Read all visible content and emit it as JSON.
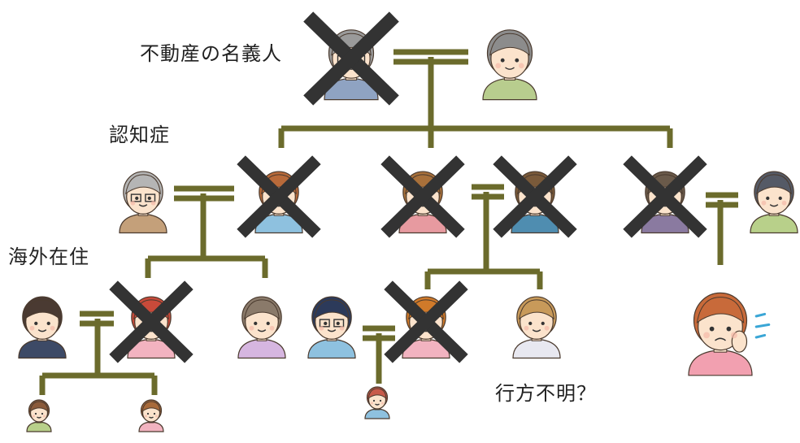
{
  "labels": {
    "owner": "不動産の名義人",
    "dementia": "認知症",
    "overseas": "海外在住",
    "missing": "行方不明？"
  },
  "colors": {
    "line": "#6b6b2c",
    "cross": "#333333",
    "skin": "#fbe3cc",
    "outline": "#4a3a2e"
  },
  "members": [
    {
      "id": "grandfather",
      "hair": "#9a9a9a",
      "shirt": "#8fa3c2",
      "glasses": true,
      "deceased": true
    },
    {
      "id": "grandmother",
      "hair": "#8c8c8c",
      "shirt": "#b8cd8e",
      "deceased": false
    },
    {
      "id": "child1-spouse",
      "hair": "#b5b5b5",
      "shirt": "#c4a07a",
      "glasses": true,
      "deceased": false
    },
    {
      "id": "child1",
      "hair": "#b86a3a",
      "shirt": "#8ec1df",
      "deceased": true
    },
    {
      "id": "child2",
      "hair": "#a8703a",
      "shirt": "#e79aa0",
      "deceased": true
    },
    {
      "id": "child2-spouse",
      "hair": "#7a5a3a",
      "shirt": "#4f8db0",
      "deceased": true
    },
    {
      "id": "child3",
      "hair": "#6a5a4a",
      "shirt": "#8a7aa0",
      "deceased": true
    },
    {
      "id": "child3-spouse",
      "hair": "#555a66",
      "shirt": "#b8d08a",
      "deceased": false
    },
    {
      "id": "grandchild1-spouse",
      "hair": "#4a3a32",
      "shirt": "#3d4a66",
      "deceased": false
    },
    {
      "id": "grandchild1",
      "hair": "#c84a3a",
      "shirt": "#f2b3c0",
      "deceased": true
    },
    {
      "id": "grandchild2",
      "hair": "#8a7a6a",
      "shirt": "#d6b6e0",
      "deceased": false
    },
    {
      "id": "grandchild3-spouse",
      "hair": "#2c3a5a",
      "shirt": "#8ec1df",
      "glasses": true,
      "deceased": false
    },
    {
      "id": "grandchild3",
      "hair": "#d07a2a",
      "shirt": "#f2b3c0",
      "deceased": true
    },
    {
      "id": "grandchild4",
      "hair": "#c89a5a",
      "shirt": "#e8e8f0",
      "deceased": false
    },
    {
      "id": "great-grandchild1",
      "hair": "#8a5a3a",
      "shirt": "#b8d08a",
      "deceased": false
    },
    {
      "id": "great-grandchild2",
      "hair": "#a86a3a",
      "shirt": "#f2b3c0",
      "deceased": false
    },
    {
      "id": "great-grandchild3",
      "hair": "#c85a4a",
      "shirt": "#8ec1df",
      "deceased": false
    },
    {
      "id": "grandchild5",
      "hair": "#c86a3a",
      "shirt": "#f2a0b0",
      "worried": true,
      "deceased": false
    }
  ]
}
